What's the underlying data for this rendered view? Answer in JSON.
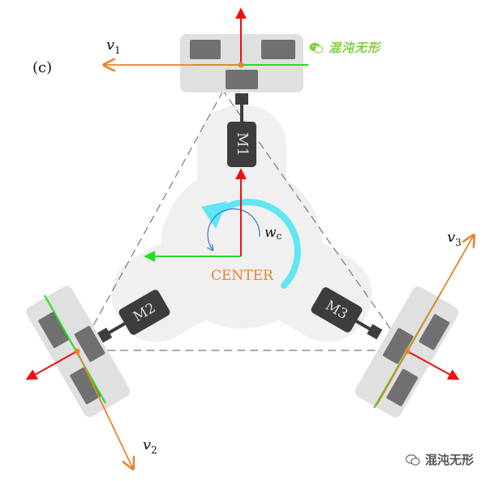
{
  "figure_label": "(c)",
  "velocity_labels": {
    "v1": "v",
    "v1_sub": "1",
    "v2": "v",
    "v2_sub": "2",
    "v3": "v",
    "v3_sub": "3"
  },
  "motor_labels": {
    "m1": "M1",
    "m2": "M2",
    "m3": "M3"
  },
  "omega_label": "w",
  "omega_sub": "c",
  "center_label": "CENTER",
  "watermark_top": "混沌无形",
  "watermark_bottom": "混沌无形",
  "colors": {
    "velocity_arrow": "#e8842f",
    "axis_red": "#ee1111",
    "axis_green": "#22dd22",
    "rotation_cyan": "#5fe6f2",
    "omega_blue": "#3a7fd0",
    "center_text": "#e8842f",
    "wheel_body": "#e0e0e0",
    "roller": "#707070",
    "motor": "#3d3d3d",
    "chassis": "#f0f0f0",
    "watermark_green": "#7fcf3a"
  },
  "icons": [
    "wechat-icon"
  ]
}
